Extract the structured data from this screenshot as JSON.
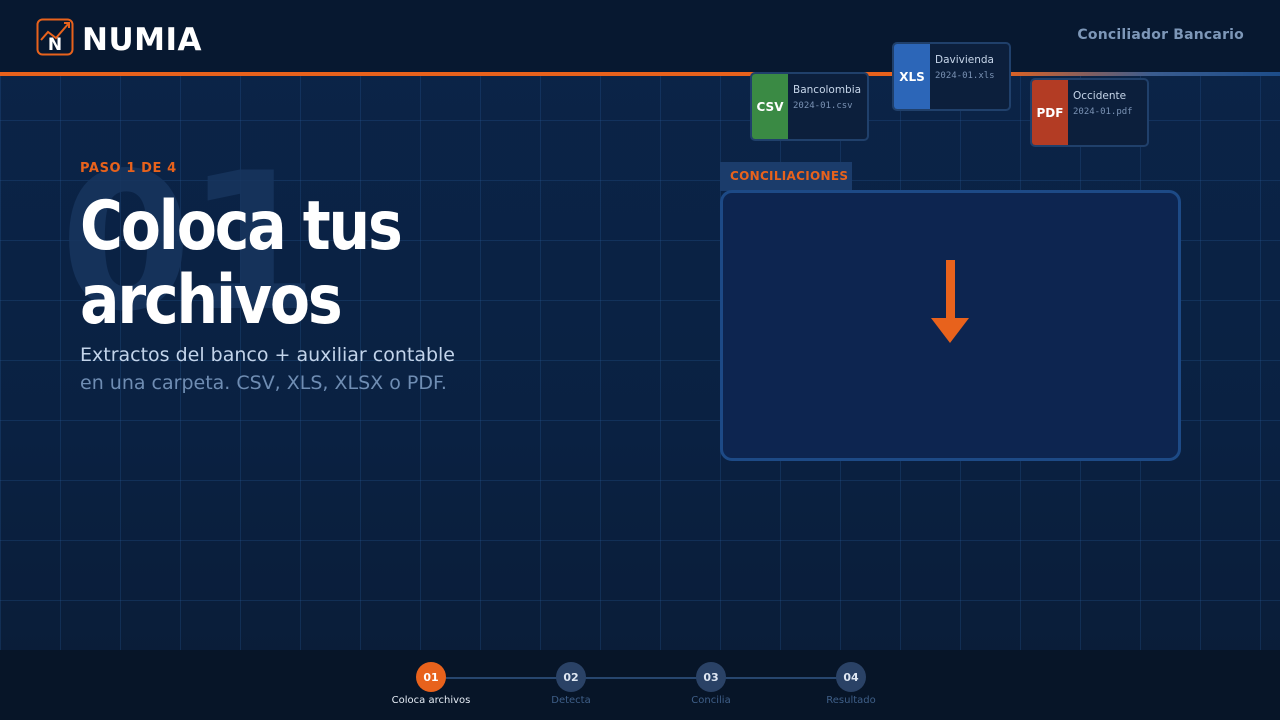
{
  "header": {
    "brand": "NUMIA",
    "logo_letter": "N",
    "right_label": "Conciliador Bancario"
  },
  "hero": {
    "big_number": "01",
    "step_label": "PASO 1 DE 4",
    "title_line1": "Coloca tus",
    "title_line2": "archivos",
    "subtitle_line1": "Extractos del banco + auxiliar contable",
    "subtitle_line2": "en una carpeta. CSV, XLS, XLSX o PDF."
  },
  "folder": {
    "tab_label": "CONCILIACIONES",
    "drop_icon": "arrow-down-icon"
  },
  "files": [
    {
      "badge": "CSV",
      "name": "Bancolombia",
      "path": "2024-01.csv",
      "color": "#3a8a44"
    },
    {
      "badge": "XLS",
      "name": "Davivienda",
      "path": "2024-01.xls",
      "color": "#2c66b8"
    },
    {
      "badge": "PDF",
      "name": "Occidente",
      "path": "2024-01.pdf",
      "color": "#b33c24"
    }
  ],
  "stepper": {
    "steps": [
      {
        "num": "01",
        "label": "Coloca archivos",
        "active": true
      },
      {
        "num": "02",
        "label": "Detecta",
        "active": false
      },
      {
        "num": "03",
        "label": "Concilia",
        "active": false
      },
      {
        "num": "04",
        "label": "Resultado",
        "active": false
      }
    ]
  },
  "colors": {
    "accent": "#e8621c",
    "background": "#0a2142",
    "header": "#071830"
  }
}
